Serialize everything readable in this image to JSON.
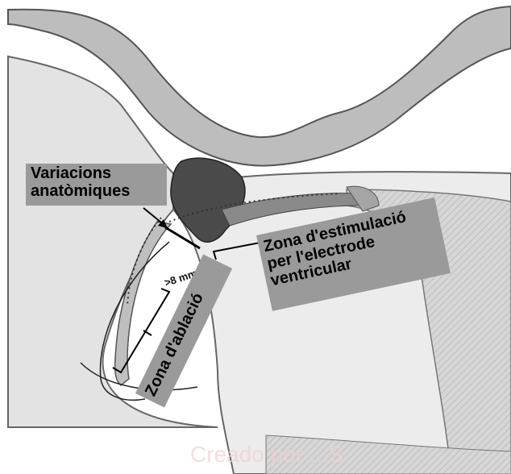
{
  "labels": {
    "variacions_line1": "Variacions",
    "variacions_line2": "anatòmiques",
    "distance": ">8 mm",
    "zona_estimulacio_line1": "Zona d'estimulació",
    "zona_estimulacio_line2": "per l'electrode",
    "zona_estimulacio_line3": "ventricular",
    "zona_ablacio": "Zona d'ablació"
  },
  "watermark": "Creado por ...S",
  "colors": {
    "label_fill": "#9a9a9a",
    "tissue_light": "#e6e6e6",
    "tissue_mid": "#c8c8c8",
    "tissue_dark": "#4a4a4a"
  }
}
